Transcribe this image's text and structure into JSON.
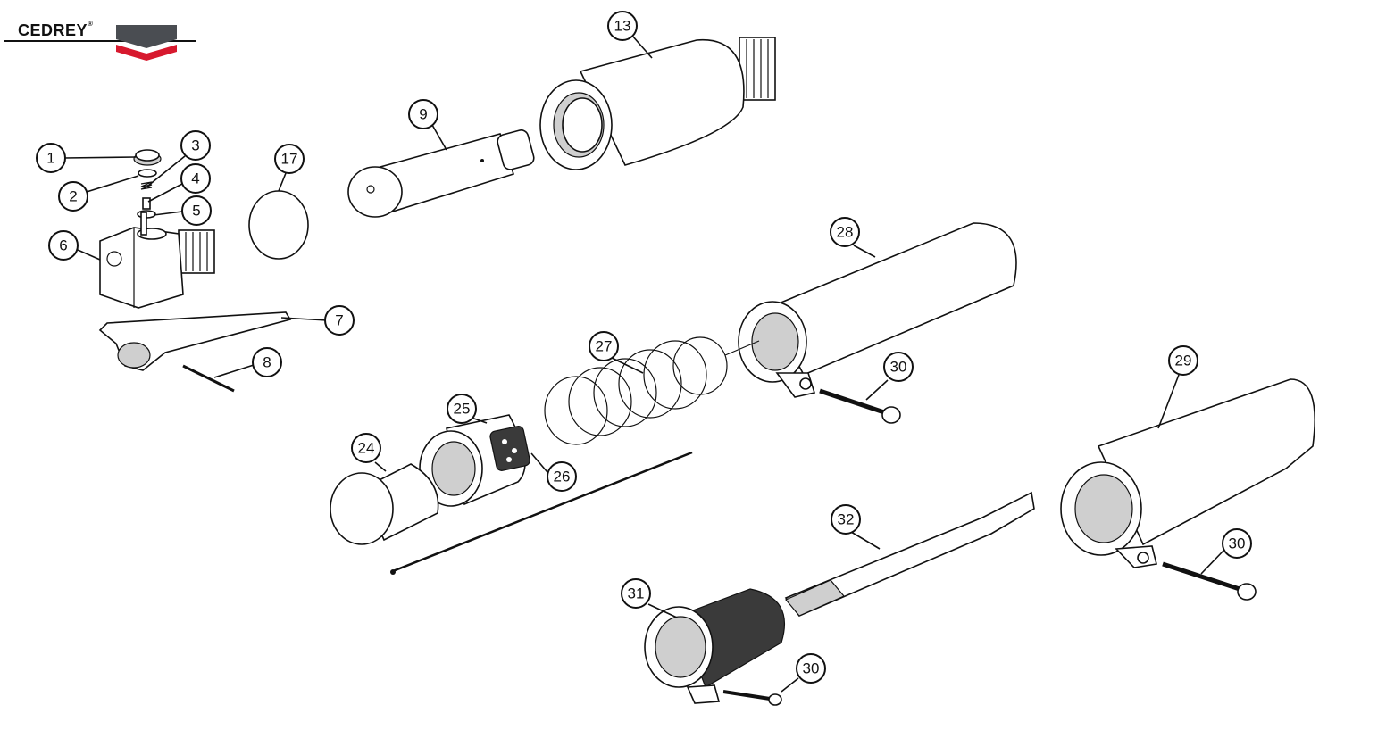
{
  "brand": {
    "name": "CEDREY",
    "registered_mark": "®",
    "colors": {
      "dark": "#4a4d52",
      "accent": "#d7192e"
    }
  },
  "callouts": [
    {
      "id": "1",
      "label": "1"
    },
    {
      "id": "2",
      "label": "2"
    },
    {
      "id": "3",
      "label": "3"
    },
    {
      "id": "4",
      "label": "4"
    },
    {
      "id": "5",
      "label": "5"
    },
    {
      "id": "6",
      "label": "6"
    },
    {
      "id": "7",
      "label": "7"
    },
    {
      "id": "8",
      "label": "8"
    },
    {
      "id": "9",
      "label": "9"
    },
    {
      "id": "13",
      "label": "13"
    },
    {
      "id": "17",
      "label": "17"
    },
    {
      "id": "28",
      "label": "28"
    },
    {
      "id": "27",
      "label": "27"
    },
    {
      "id": "30a",
      "label": "30"
    },
    {
      "id": "25",
      "label": "25"
    },
    {
      "id": "24",
      "label": "24"
    },
    {
      "id": "26",
      "label": "26"
    },
    {
      "id": "29",
      "label": "29"
    },
    {
      "id": "32",
      "label": "32"
    },
    {
      "id": "30b",
      "label": "30"
    },
    {
      "id": "31",
      "label": "31"
    },
    {
      "id": "30c",
      "label": "30"
    }
  ]
}
